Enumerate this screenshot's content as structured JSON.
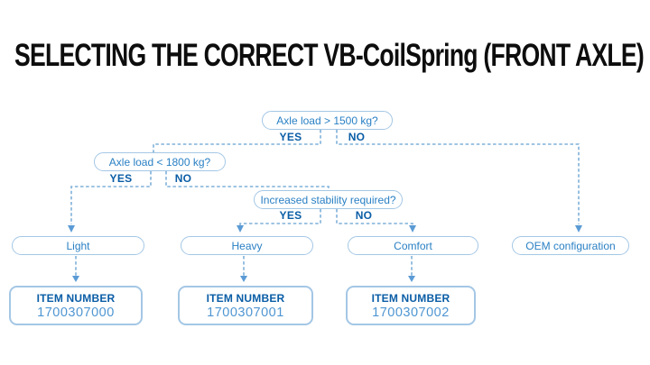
{
  "title": "SELECTING THE CORRECT VB-CoilSpring (FRONT AXLE)",
  "colors": {
    "background": "#ffffff",
    "title_text": "#0d0d0d",
    "pill_border": "#a4c7e5",
    "pill_text": "#2a80c4",
    "yes_no_text": "#0a5da6",
    "dashed_line": "#7fb0d8",
    "arrowhead": "#5b9bd5",
    "item_label_text": "#0a5da6",
    "item_number_text": "#4f96d2"
  },
  "flowchart": {
    "decisions": [
      {
        "question": "Axle load > 1500 kg?",
        "yes": "YES",
        "no": "NO"
      },
      {
        "question": "Axle load < 1800 kg?",
        "yes": "YES",
        "no": "NO"
      },
      {
        "question": "Increased stability required?",
        "yes": "YES",
        "no": "NO"
      }
    ],
    "results": [
      {
        "label": "Light"
      },
      {
        "label": "Heavy"
      },
      {
        "label": "Comfort"
      },
      {
        "label": "OEM configuration"
      }
    ],
    "item_boxes": [
      {
        "label": "ITEM NUMBER",
        "number": "1700307000"
      },
      {
        "label": "ITEM NUMBER",
        "number": "1700307001"
      },
      {
        "label": "ITEM NUMBER",
        "number": "1700307002"
      }
    ]
  }
}
